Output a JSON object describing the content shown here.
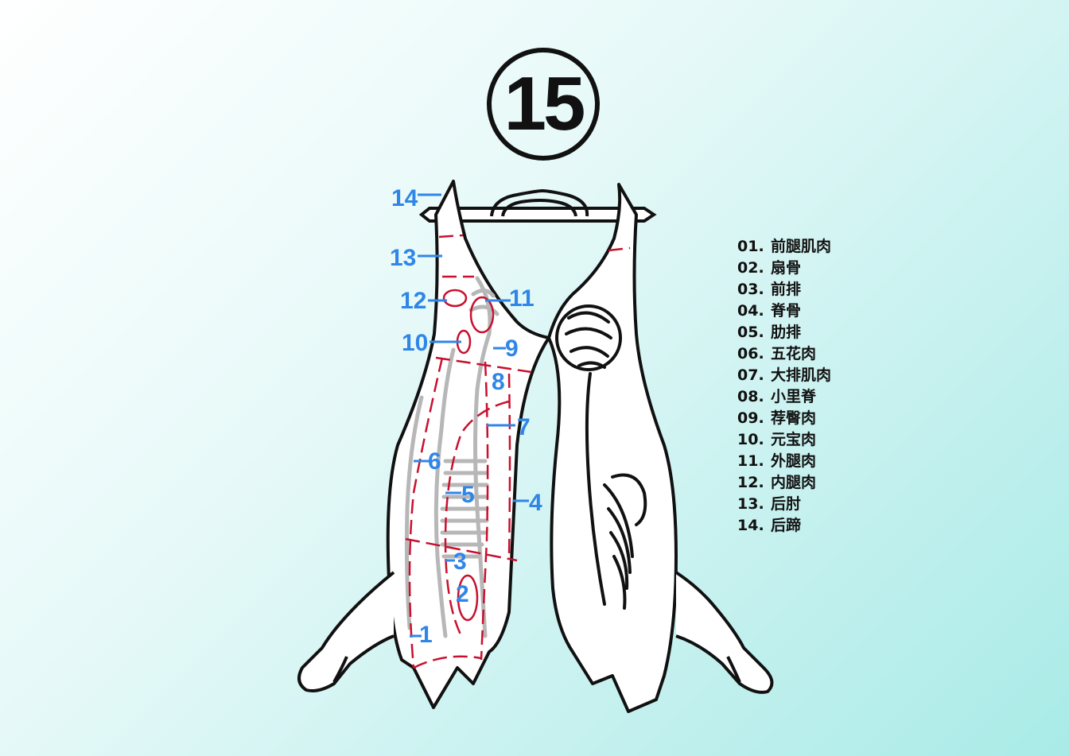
{
  "title_number": "15",
  "legend": [
    {
      "num": "01.",
      "name": "前腿肌肉"
    },
    {
      "num": "02.",
      "name": "扇骨"
    },
    {
      "num": "03.",
      "name": "前排"
    },
    {
      "num": "04.",
      "name": "脊骨"
    },
    {
      "num": "05.",
      "name": "肋排"
    },
    {
      "num": "06.",
      "name": "五花肉"
    },
    {
      "num": "07.",
      "name": "大排肌肉"
    },
    {
      "num": "08.",
      "name": "小里脊"
    },
    {
      "num": "09.",
      "name": "荐臀肉"
    },
    {
      "num": "10.",
      "name": "元宝肉"
    },
    {
      "num": "11.",
      "name": "外腿肉"
    },
    {
      "num": "12.",
      "name": "内腿肉"
    },
    {
      "num": "13.",
      "name": "后肘"
    },
    {
      "num": "14.",
      "name": "后蹄"
    }
  ],
  "callouts": [
    "1",
    "2",
    "3",
    "4",
    "5",
    "6",
    "7",
    "8",
    "9",
    "10",
    "11",
    "12",
    "13",
    "14"
  ],
  "colors": {
    "label_blue": "#2f86e8",
    "cut_red": "#c8102e",
    "outline": "#111111",
    "bone_gray": "#b7b7b7"
  }
}
